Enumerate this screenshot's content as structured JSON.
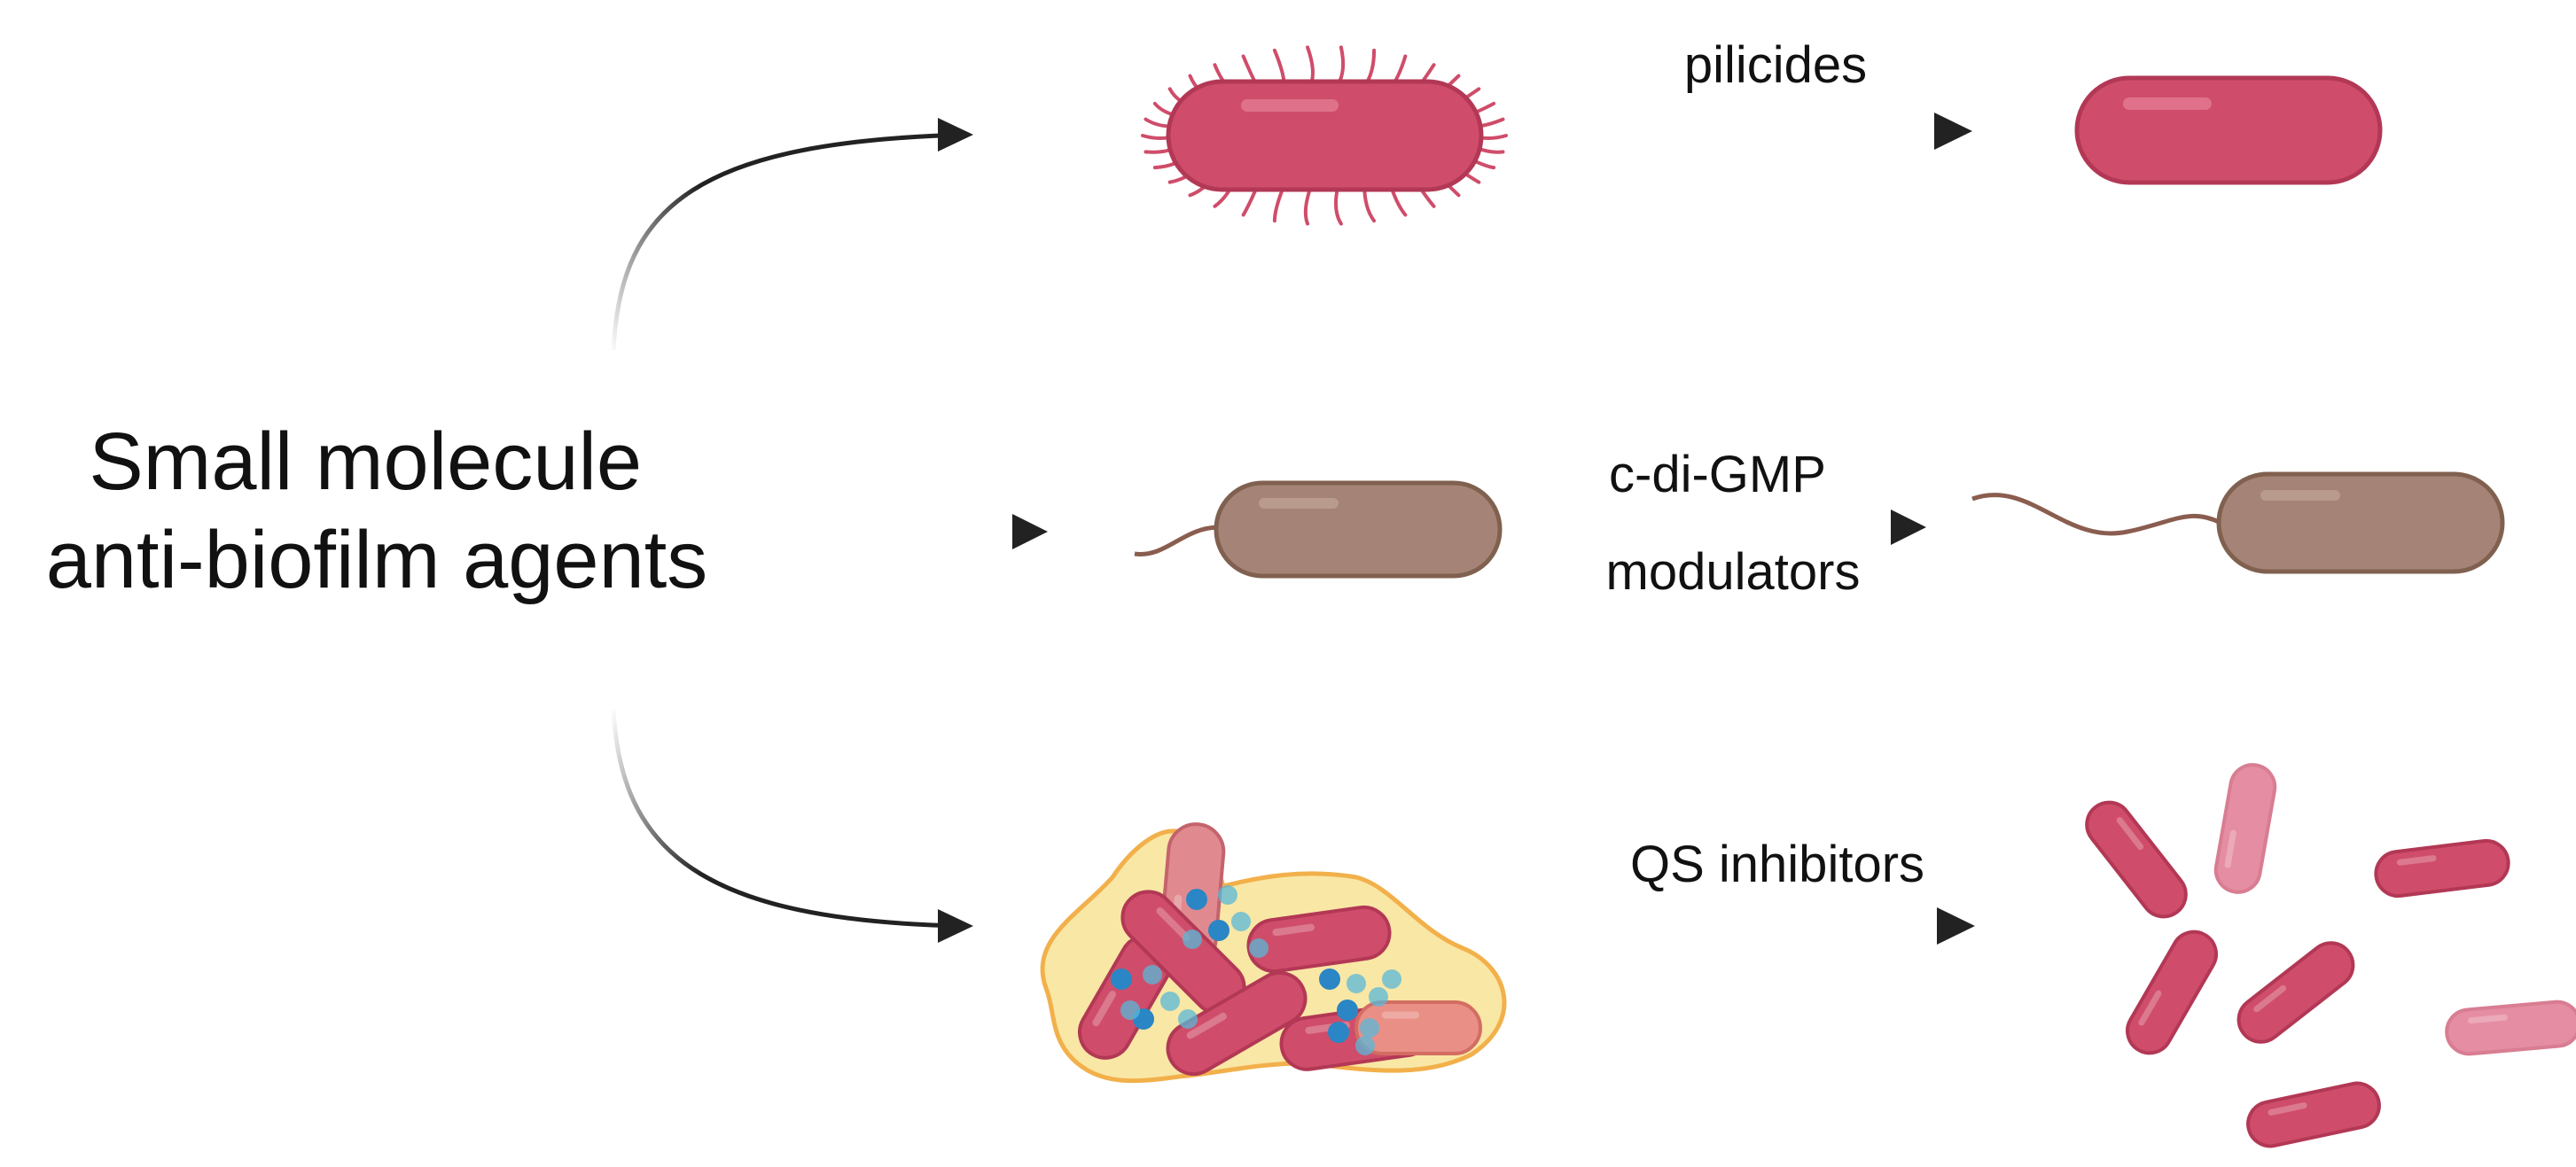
{
  "title_lines": [
    "Small molecule",
    "anti-biofilm agents"
  ],
  "pathways": [
    {
      "label_lines": [
        "pilicides"
      ],
      "before": "piliated bacterium",
      "after": "non-piliated bacterium"
    },
    {
      "label_lines": [
        "c-di-GMP",
        "modulators"
      ],
      "before": "non-motile bacterium",
      "after": "flagellated motile bacterium"
    },
    {
      "label_lines": [
        "QS inhibitors"
      ],
      "before": "biofilm",
      "after": "dispersed bacteria"
    }
  ],
  "colors": {
    "bacterium_pink": "#cf4d6a",
    "bacterium_pink_light": "#e58da2",
    "bacterium_brown": "#a58376",
    "flagellum_brown": "#8a5d4f",
    "matrix_yellow": "#f9e7a5",
    "matrix_outline": "#f2b04b",
    "signal_blue": "#2d9bd0",
    "arrow": "#222222"
  }
}
